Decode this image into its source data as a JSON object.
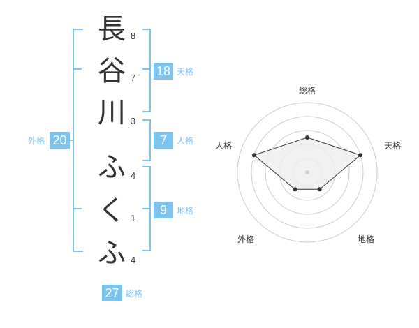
{
  "name_chars": [
    {
      "char": "長",
      "strokes": "8"
    },
    {
      "char": "谷",
      "strokes": "7"
    },
    {
      "char": "川",
      "strokes": "3"
    },
    {
      "char": "ふ",
      "strokes": "4"
    },
    {
      "char": "く",
      "strokes": "1"
    },
    {
      "char": "ふ",
      "strokes": "4"
    }
  ],
  "fortune": {
    "tenkaku": {
      "value": "18",
      "label": "天格"
    },
    "jinkaku": {
      "value": "7",
      "label": "人格"
    },
    "chikaku": {
      "value": "9",
      "label": "地格"
    },
    "gaikaku": {
      "value": "20",
      "label": "外格"
    },
    "soukaku": {
      "value": "27",
      "label": "総格"
    }
  },
  "radar": {
    "axes": [
      "総格",
      "天格",
      "地格",
      "外格",
      "人格"
    ],
    "values": [
      0.5,
      0.8,
      0.3,
      0.3,
      0.8
    ],
    "line_color": "#333333",
    "fill_color": "#eeeeee",
    "ring_color": "#cccccc",
    "center_color": "#cccccc"
  },
  "colors": {
    "accent": "#7cc4f0"
  }
}
